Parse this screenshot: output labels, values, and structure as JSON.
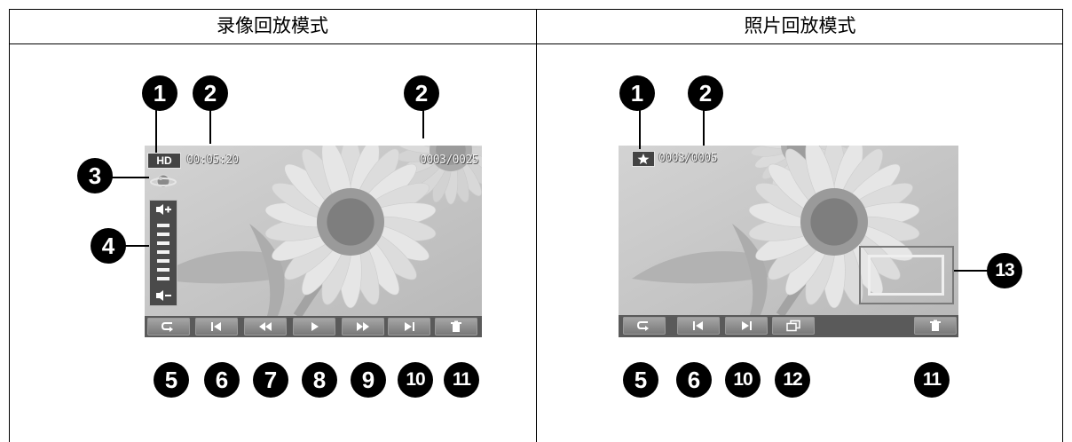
{
  "table": {
    "left_header": "录像回放模式",
    "right_header": "照片回放模式"
  },
  "colors": {
    "callout": "#000000",
    "screen_background": "#c6c6c6",
    "toolbar": "#5a5a5a"
  },
  "video_mode": {
    "quality_badge": "HD",
    "elapsed_time": "00:05:20",
    "file_counter": "0003/0025",
    "side_icons": [
      "saturn-icon",
      "volume-up-icon",
      "volume-down-icon"
    ],
    "toolbar_icons": [
      "repeat-icon",
      "previous-file-icon",
      "rewind-icon",
      "play-icon",
      "fast-forward-icon",
      "next-file-icon",
      "delete-icon"
    ],
    "callouts": {
      "c1": "1",
      "c2a": "2",
      "c2b": "2",
      "c3": "3",
      "c4": "4",
      "c5": "5",
      "c6": "6",
      "c7": "7",
      "c8": "8",
      "c9": "9",
      "c10": "10",
      "c11": "11"
    }
  },
  "photo_mode": {
    "file_type_icon": "star-icon",
    "file_counter": "0003/0005",
    "toolbar_icons": [
      "repeat-icon",
      "previous-file-icon",
      "next-file-icon",
      "slideshow-icon",
      "delete-icon"
    ],
    "callouts": {
      "c1": "1",
      "c2": "2",
      "c5": "5",
      "c6": "6",
      "c10": "10",
      "c12": "12",
      "c11": "11",
      "c13": "13"
    }
  }
}
